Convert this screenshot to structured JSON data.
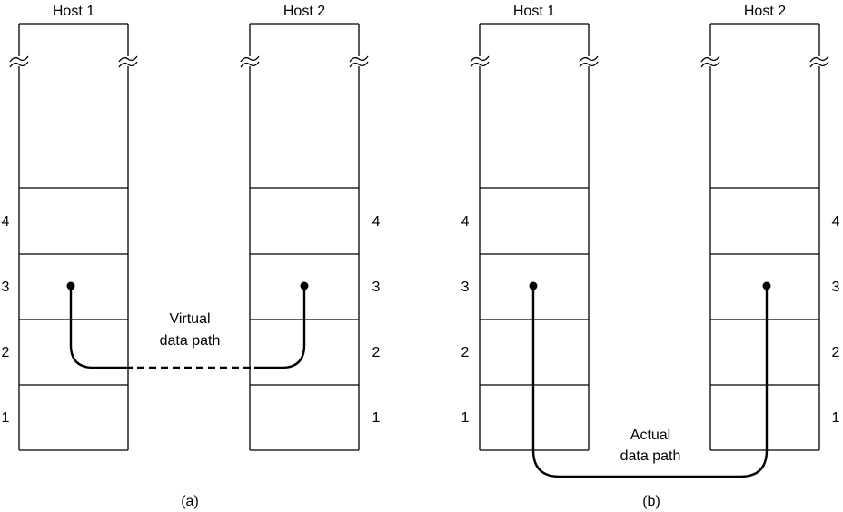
{
  "diagram_a": {
    "host_left_label": "Host 1",
    "host_right_label": "Host 2",
    "layers": [
      "4",
      "3",
      "2",
      "1"
    ],
    "path_label_line1": "Virtual",
    "path_label_line2": "data path",
    "caption": "(a)"
  },
  "diagram_b": {
    "host_left_label": "Host 1",
    "host_right_label": "Host 2",
    "layers": [
      "4",
      "3",
      "2",
      "1"
    ],
    "path_label_line1": "Actual",
    "path_label_line2": "data path",
    "caption": "(b)"
  }
}
